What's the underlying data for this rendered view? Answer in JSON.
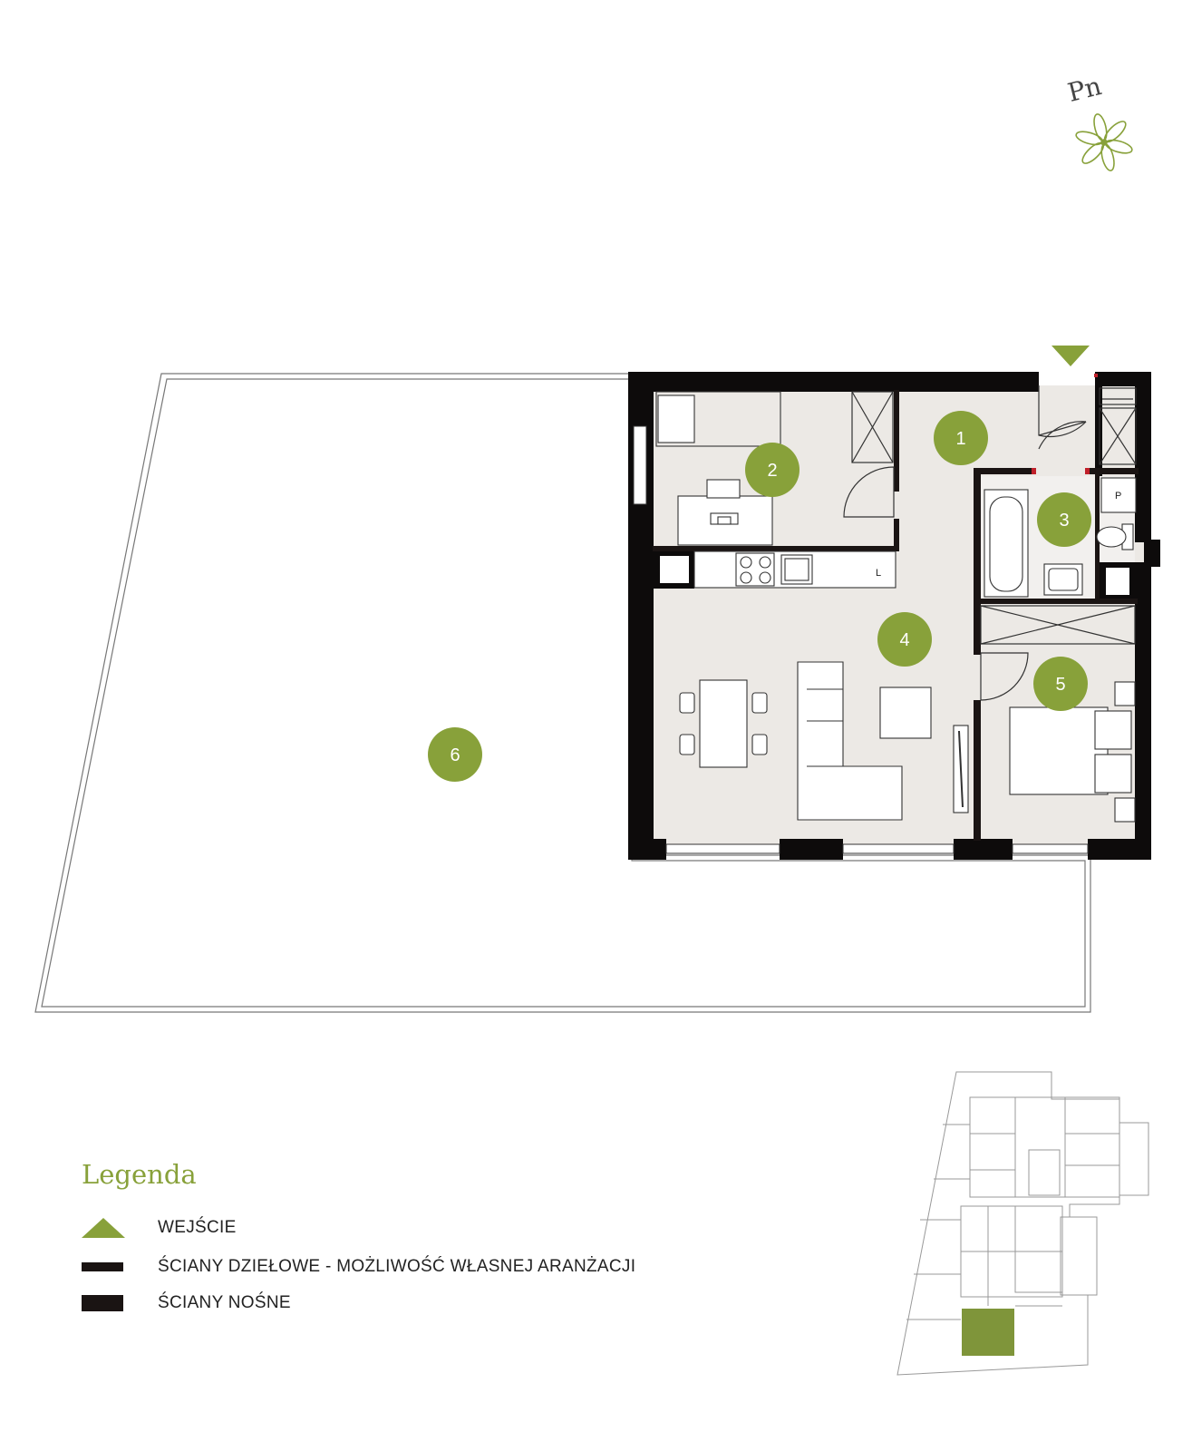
{
  "compass": {
    "label": "Pn"
  },
  "rooms": [
    {
      "number": "1"
    },
    {
      "number": "2"
    },
    {
      "number": "3"
    },
    {
      "number": "4"
    },
    {
      "number": "5"
    },
    {
      "number": "6"
    }
  ],
  "fixture_labels": {
    "laundry": "L",
    "boiler": "P"
  },
  "legend": {
    "title": "Legenda",
    "items": [
      {
        "symbol": "green-triangle",
        "label": "WEJŚCIE"
      },
      {
        "symbol": "thin-black-bar",
        "label": "ŚCIANY DZIEŁOWE - MOŻLIWOŚĆ WŁASNEJ ARANŻACJI"
      },
      {
        "symbol": "thick-black-bar",
        "label": "ŚCIANY NOŚNE"
      }
    ]
  },
  "colors": {
    "accent_green": "#88a13a",
    "wall": "#0d0b0b",
    "floor": "#ece9e5",
    "key_plan_highlight": "#7f953a"
  }
}
